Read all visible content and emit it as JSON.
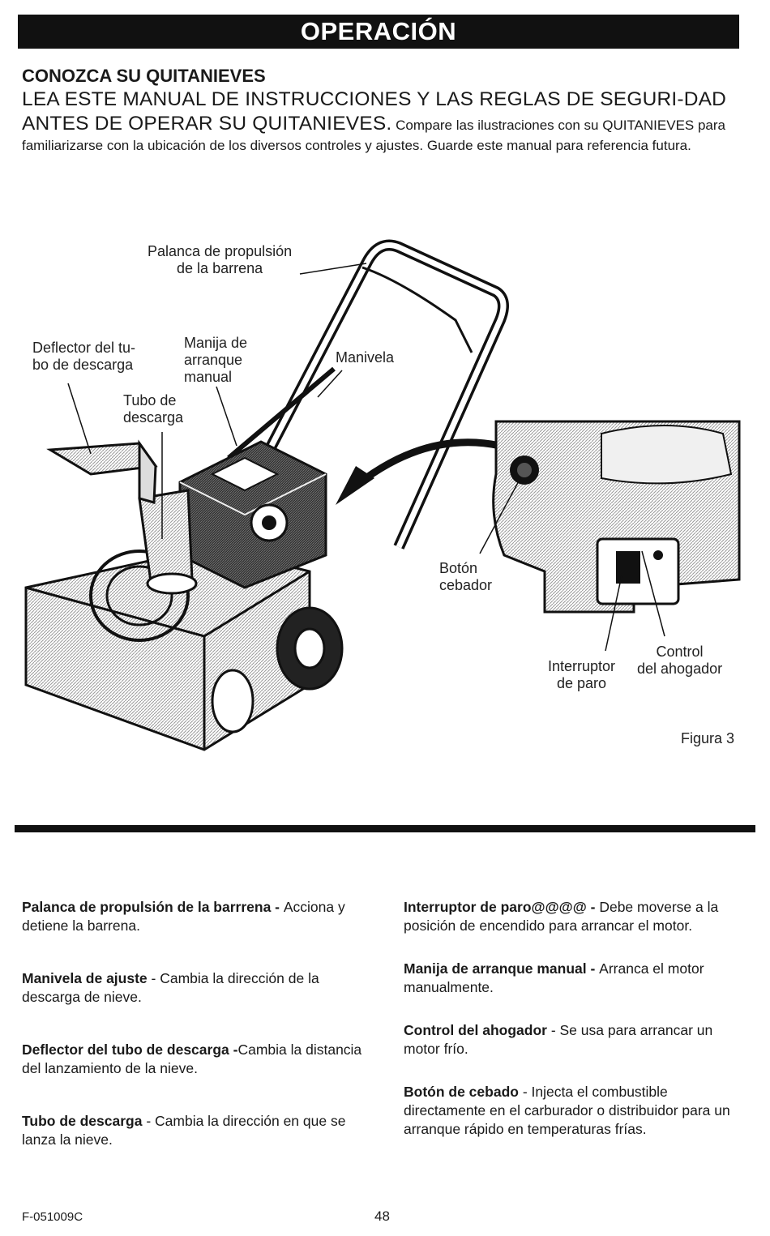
{
  "header": {
    "title": "OPERACIÓN"
  },
  "section": {
    "title": "CONOZCA SU QUITANIEVES"
  },
  "intro": {
    "lead": "LEA ESTE MANUAL DE INSTRUCCIONES Y LAS REGLAS DE SEGURI-DAD ANTES DE OPERAR SU QUITANIEVES.",
    "body": " Compare las ilustraciones con su QUITANIEVES para familiarizarse con la ubicación de los diversos controles y ajustes. Guarde este manual para referencia futura."
  },
  "figure": {
    "caption": "Figura 3",
    "labels": {
      "auger_lever": "Palanca de propulsión\nde la barrena",
      "deflector": "Deflector del tu-\nbo de descarga",
      "starter_handle": "Manija de\narranque\nmanual",
      "crank": "Manivela",
      "chute": "Tubo de\ndescarga",
      "primer": "Botón\ncebador",
      "choke": "Control\ndel ahogador",
      "stop_switch": "Interruptor\nde paro"
    }
  },
  "descriptions": {
    "left": [
      {
        "term": "Palanca de propulsión de la barrrena - ",
        "text": "Acciona y detiene la barrena."
      },
      {
        "term": "Manivela de ajuste",
        "text": " - Cambia la dirección de la descarga de nieve."
      },
      {
        "term": "Deflector del tubo de descarga -",
        "text": "Cambia la distancia del lanzamiento de la nieve."
      },
      {
        "term": "Tubo de descarga",
        "text": " - Cambia la dirección en que se lanza la nieve."
      }
    ],
    "right": [
      {
        "term": "Interruptor de paro@@@@ - ",
        "text": "Debe moverse a la posición de encendido para arrancar el motor."
      },
      {
        "term": "Manija de arranque manual - ",
        "text": "Arranca el motor manualmente."
      },
      {
        "term": "Control del ahogador",
        "text": " - Se usa para arrancar un motor frío."
      },
      {
        "term": "Botón de cebado",
        "text": " - Injecta el combustible directamente en el carburador o distribuidor para un arranque rápido en temperaturas frías."
      }
    ]
  },
  "footer": {
    "code": "F-051009C",
    "page": "48"
  }
}
